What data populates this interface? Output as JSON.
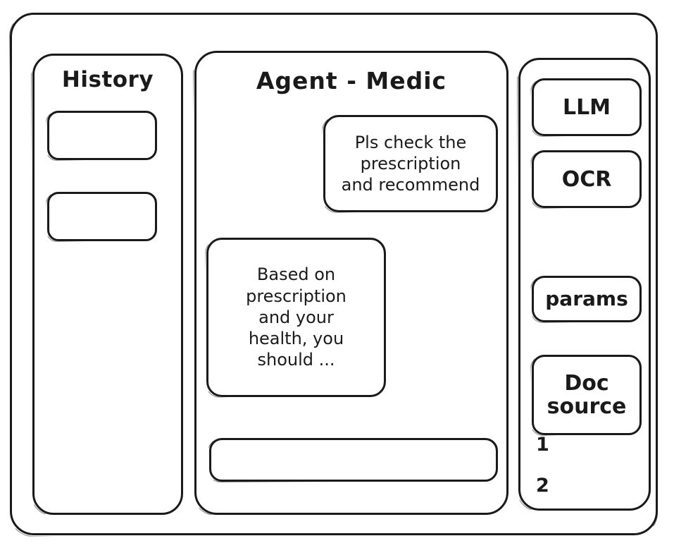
{
  "window": {
    "name": "agent-medic-wireframe"
  },
  "history": {
    "title": "History",
    "items": [
      {
        "label": ""
      },
      {
        "label": ""
      }
    ]
  },
  "agent": {
    "title": "Agent - Medic",
    "messages": [
      {
        "role": "user",
        "text": "Pls check the\nprescription\nand recommend"
      },
      {
        "role": "assistant",
        "text": "Based on\nprescription\nand your\nhealth, you\nshould ..."
      }
    ],
    "composer": {
      "value": "",
      "placeholder": ""
    }
  },
  "tools": {
    "items": [
      {
        "label": "LLM"
      },
      {
        "label": "OCR"
      },
      {
        "label": "params"
      },
      {
        "label": "Doc\nsource"
      }
    ],
    "doc_source_list": [
      {
        "label": "1"
      },
      {
        "label": "2"
      }
    ]
  },
  "colors": {
    "ink": "#1a1a1a",
    "paper": "#ffffff"
  }
}
